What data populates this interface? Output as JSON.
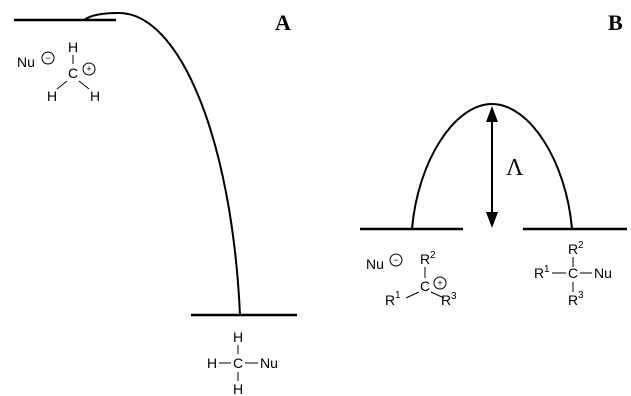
{
  "panel_a": {
    "label": "A",
    "reactant": {
      "nucleophile": "Nu",
      "nucleophile_charge": "−",
      "atom_h_top": "H",
      "atom_c": "C",
      "cation_charge": "+",
      "atom_h_left": "H",
      "atom_h_right": "H"
    },
    "product": {
      "atom_h_top": "H",
      "atom_h_left": "H",
      "atom_c": "C",
      "atom_nu": "Nu",
      "atom_h_bottom": "H"
    }
  },
  "panel_b": {
    "label": "B",
    "barrier_label": "Λ",
    "reactant": {
      "nucleophile": "Nu",
      "nucleophile_charge": "−",
      "r2": "R",
      "r2_sup": "2",
      "atom_c": "C",
      "cation_charge": "+",
      "r1": "R",
      "r1_sup": "1",
      "r3": "R",
      "r3_sup": "3"
    },
    "product": {
      "r2": "R",
      "r2_sup": "2",
      "r1": "R",
      "r1_sup": "1",
      "atom_c": "C",
      "atom_nu": "Nu",
      "r3": "R",
      "r3_sup": "3"
    }
  }
}
